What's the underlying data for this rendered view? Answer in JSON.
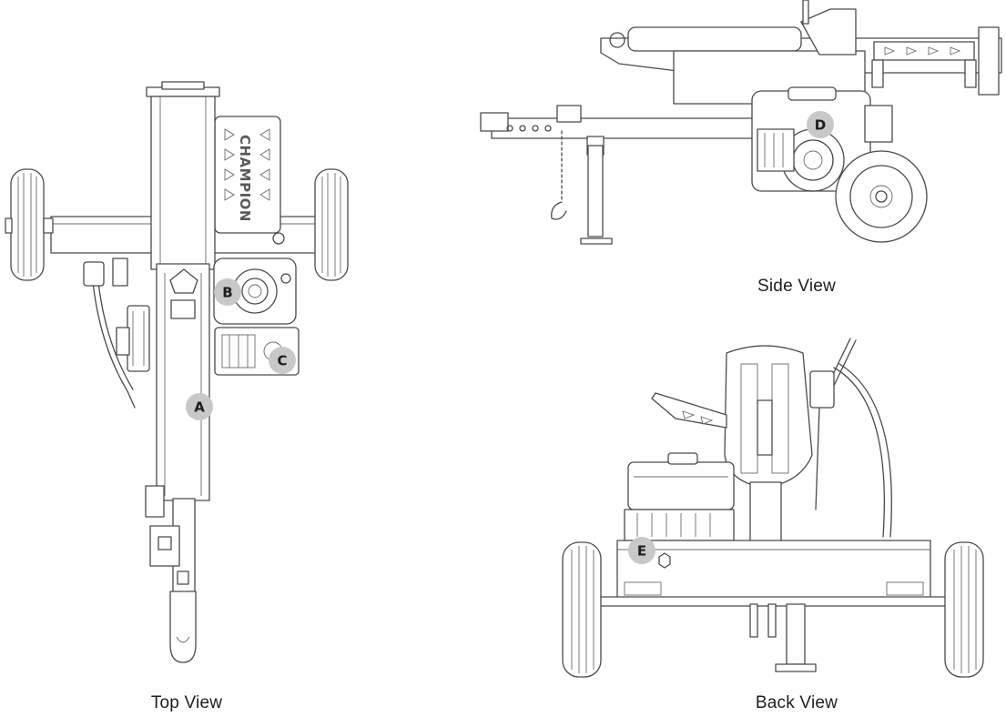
{
  "views": {
    "top": {
      "caption": "Top View"
    },
    "side": {
      "caption": "Side View"
    },
    "back": {
      "caption": "Back View"
    }
  },
  "branding": {
    "logo_text": "CHAMPION"
  },
  "callouts": [
    {
      "id": "a",
      "label": "A",
      "view": "top"
    },
    {
      "id": "b",
      "label": "B",
      "view": "top"
    },
    {
      "id": "c",
      "label": "C",
      "view": "top"
    },
    {
      "id": "d",
      "label": "D",
      "view": "side"
    },
    {
      "id": "e",
      "label": "E",
      "view": "back"
    }
  ],
  "colors": {
    "callout_fill": "#c8c8c8",
    "line": "#4a4a4a",
    "background": "#ffffff"
  }
}
